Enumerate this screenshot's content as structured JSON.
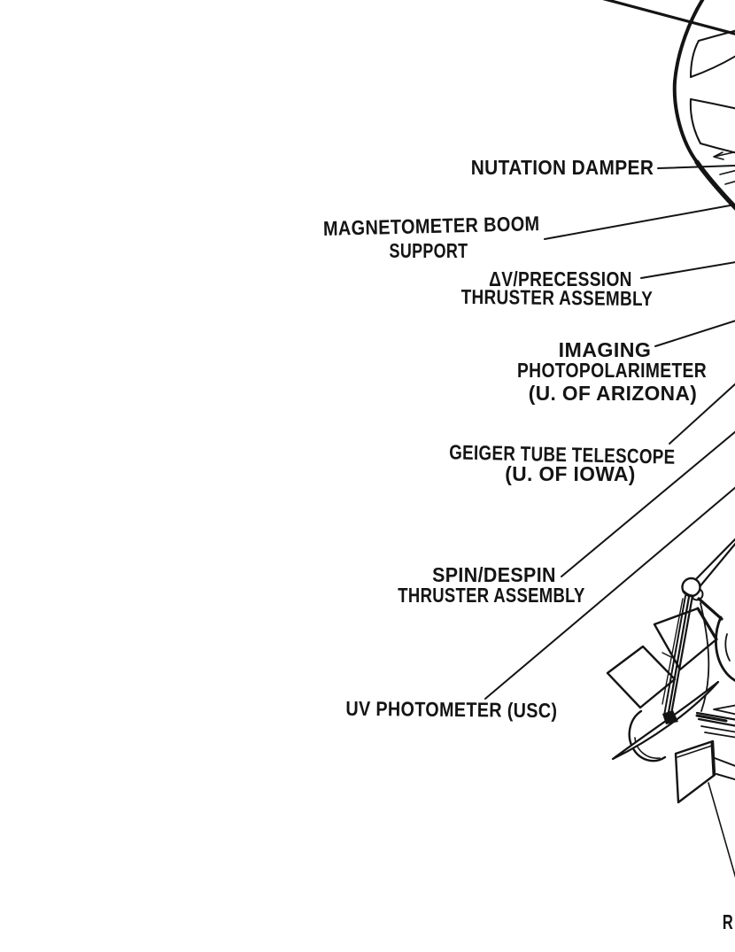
{
  "colors": {
    "ink": "#141414",
    "background": "#ffffff"
  },
  "labels": {
    "nutation_damper": {
      "text": "NUTATION DAMPER"
    },
    "magnetometer_boom_support": {
      "lines": [
        "MAGNETOMETER BOOM",
        "SUPPORT"
      ]
    },
    "dv_precession_thruster": {
      "lines": [
        "ΔV/PRECESSION",
        "THRUSTER ASSEMBLY"
      ]
    },
    "imaging_photopolarimeter": {
      "lines": [
        "IMAGING",
        "PHOTOPOLARIMETER",
        "(U. OF ARIZONA)"
      ]
    },
    "geiger_tube_telescope": {
      "lines": [
        "GEIGER TUBE TELESCOPE",
        "(U. OF IOWA)"
      ]
    },
    "spin_despin_thruster": {
      "lines": [
        "SPIN/DESPIN",
        "THRUSTER ASSEMBLY"
      ]
    },
    "uv_photometer": {
      "text": "UV PHOTOMETER (USC)"
    },
    "rtg_label_partial": {
      "text": "R"
    }
  }
}
